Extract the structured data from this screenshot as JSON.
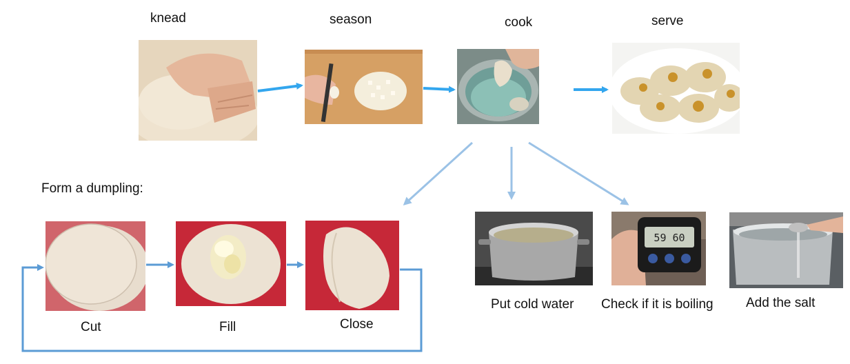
{
  "steps": {
    "knead": "knead",
    "season": "season",
    "cook": "cook",
    "serve": "serve"
  },
  "form_heading": "Form a dumpling:",
  "form_steps": {
    "cut": "Cut",
    "fill": "Fill",
    "close": "Close"
  },
  "cook_steps": {
    "cold_water": "Put cold water",
    "check_boiling": "Check if it is boiling",
    "add_salt": "Add the salt"
  },
  "timer_display": "59 60",
  "colors": {
    "arrow_bright": "#33a6ee",
    "arrow_pale": "#9bc2e6",
    "loop_line": "#5b9bd5"
  }
}
